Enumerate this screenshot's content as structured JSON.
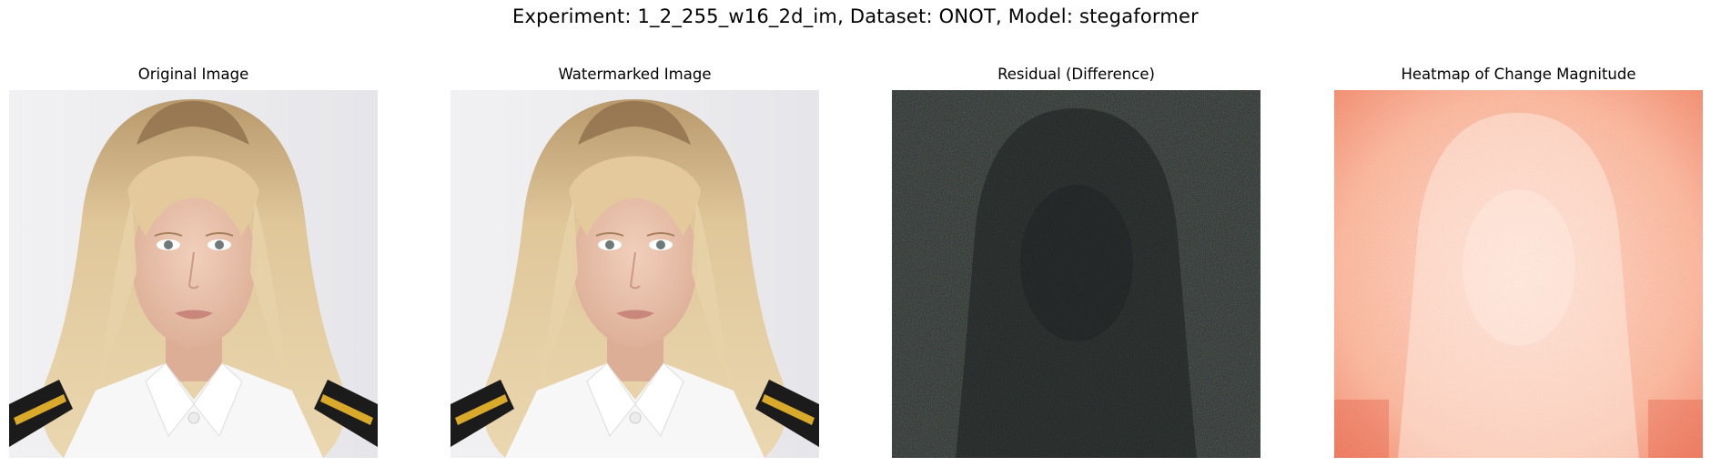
{
  "figure": {
    "suptitle": "Experiment: 1_2_255_w16_2d_im, Dataset: ONOT, Model: stegaformer"
  },
  "panels": [
    {
      "title": "Original Image",
      "kind": "portrait-photo"
    },
    {
      "title": "Watermarked Image",
      "kind": "portrait-photo"
    },
    {
      "title": "Residual (Difference)",
      "kind": "noise-residual"
    },
    {
      "title": "Heatmap of Change Magnitude",
      "kind": "heatmap-reds"
    }
  ],
  "colors": {
    "background": "#ffffff",
    "photo_backdrop": "#e9e9ec",
    "hair": "#d8bf8f",
    "hair_dark": "#9a7a55",
    "skin": "#e9c3ad",
    "shirt": "#f7f7f7",
    "epaulette": "#1b1b1b",
    "gold_stripe": "#d9a92c",
    "residual_bg": "#262b2a",
    "heatmap_low": "#fde0d2",
    "heatmap_high": "#ef6c4d"
  }
}
